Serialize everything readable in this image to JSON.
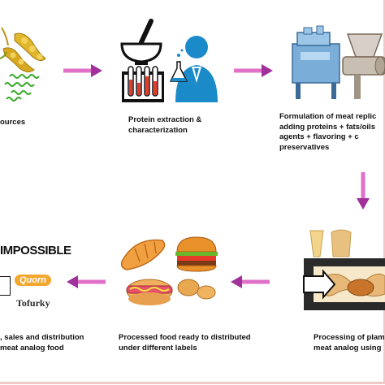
{
  "steps": [
    {
      "id": "sources",
      "caption": "ources"
    },
    {
      "id": "extraction",
      "caption": "Protein extraction &\ncharacterization"
    },
    {
      "id": "formulation",
      "caption": "Formulation of meat replic\nadding proteins + fats/oils\nagents + flavoring + c\npreservatives"
    },
    {
      "id": "processing",
      "caption": "Processing of plam\nmeat analog using"
    },
    {
      "id": "ready",
      "caption": "Processed food ready to distributed\nunder different labels"
    },
    {
      "id": "sales",
      "caption": ", sales and distribution\nmeat analog food"
    }
  ],
  "brands": {
    "impossible": "IMPOSSIBLE",
    "quorn": "Quorn",
    "tofurky": "Tofurky"
  },
  "arrow_color": "#a0309a",
  "arrow_fill": "#e070c8"
}
